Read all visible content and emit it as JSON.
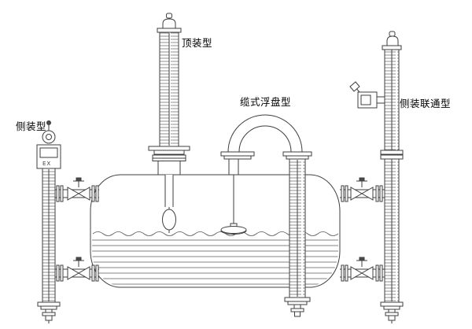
{
  "labels": {
    "side_mounted": "侧装型",
    "top_mounted": "顶装型",
    "cable_float": "缆式浮盘型",
    "side_connected": "侧装联通型",
    "ex_marking": "EX"
  },
  "colors": {
    "line": "#3f3f3f",
    "background": "#ffffff"
  }
}
